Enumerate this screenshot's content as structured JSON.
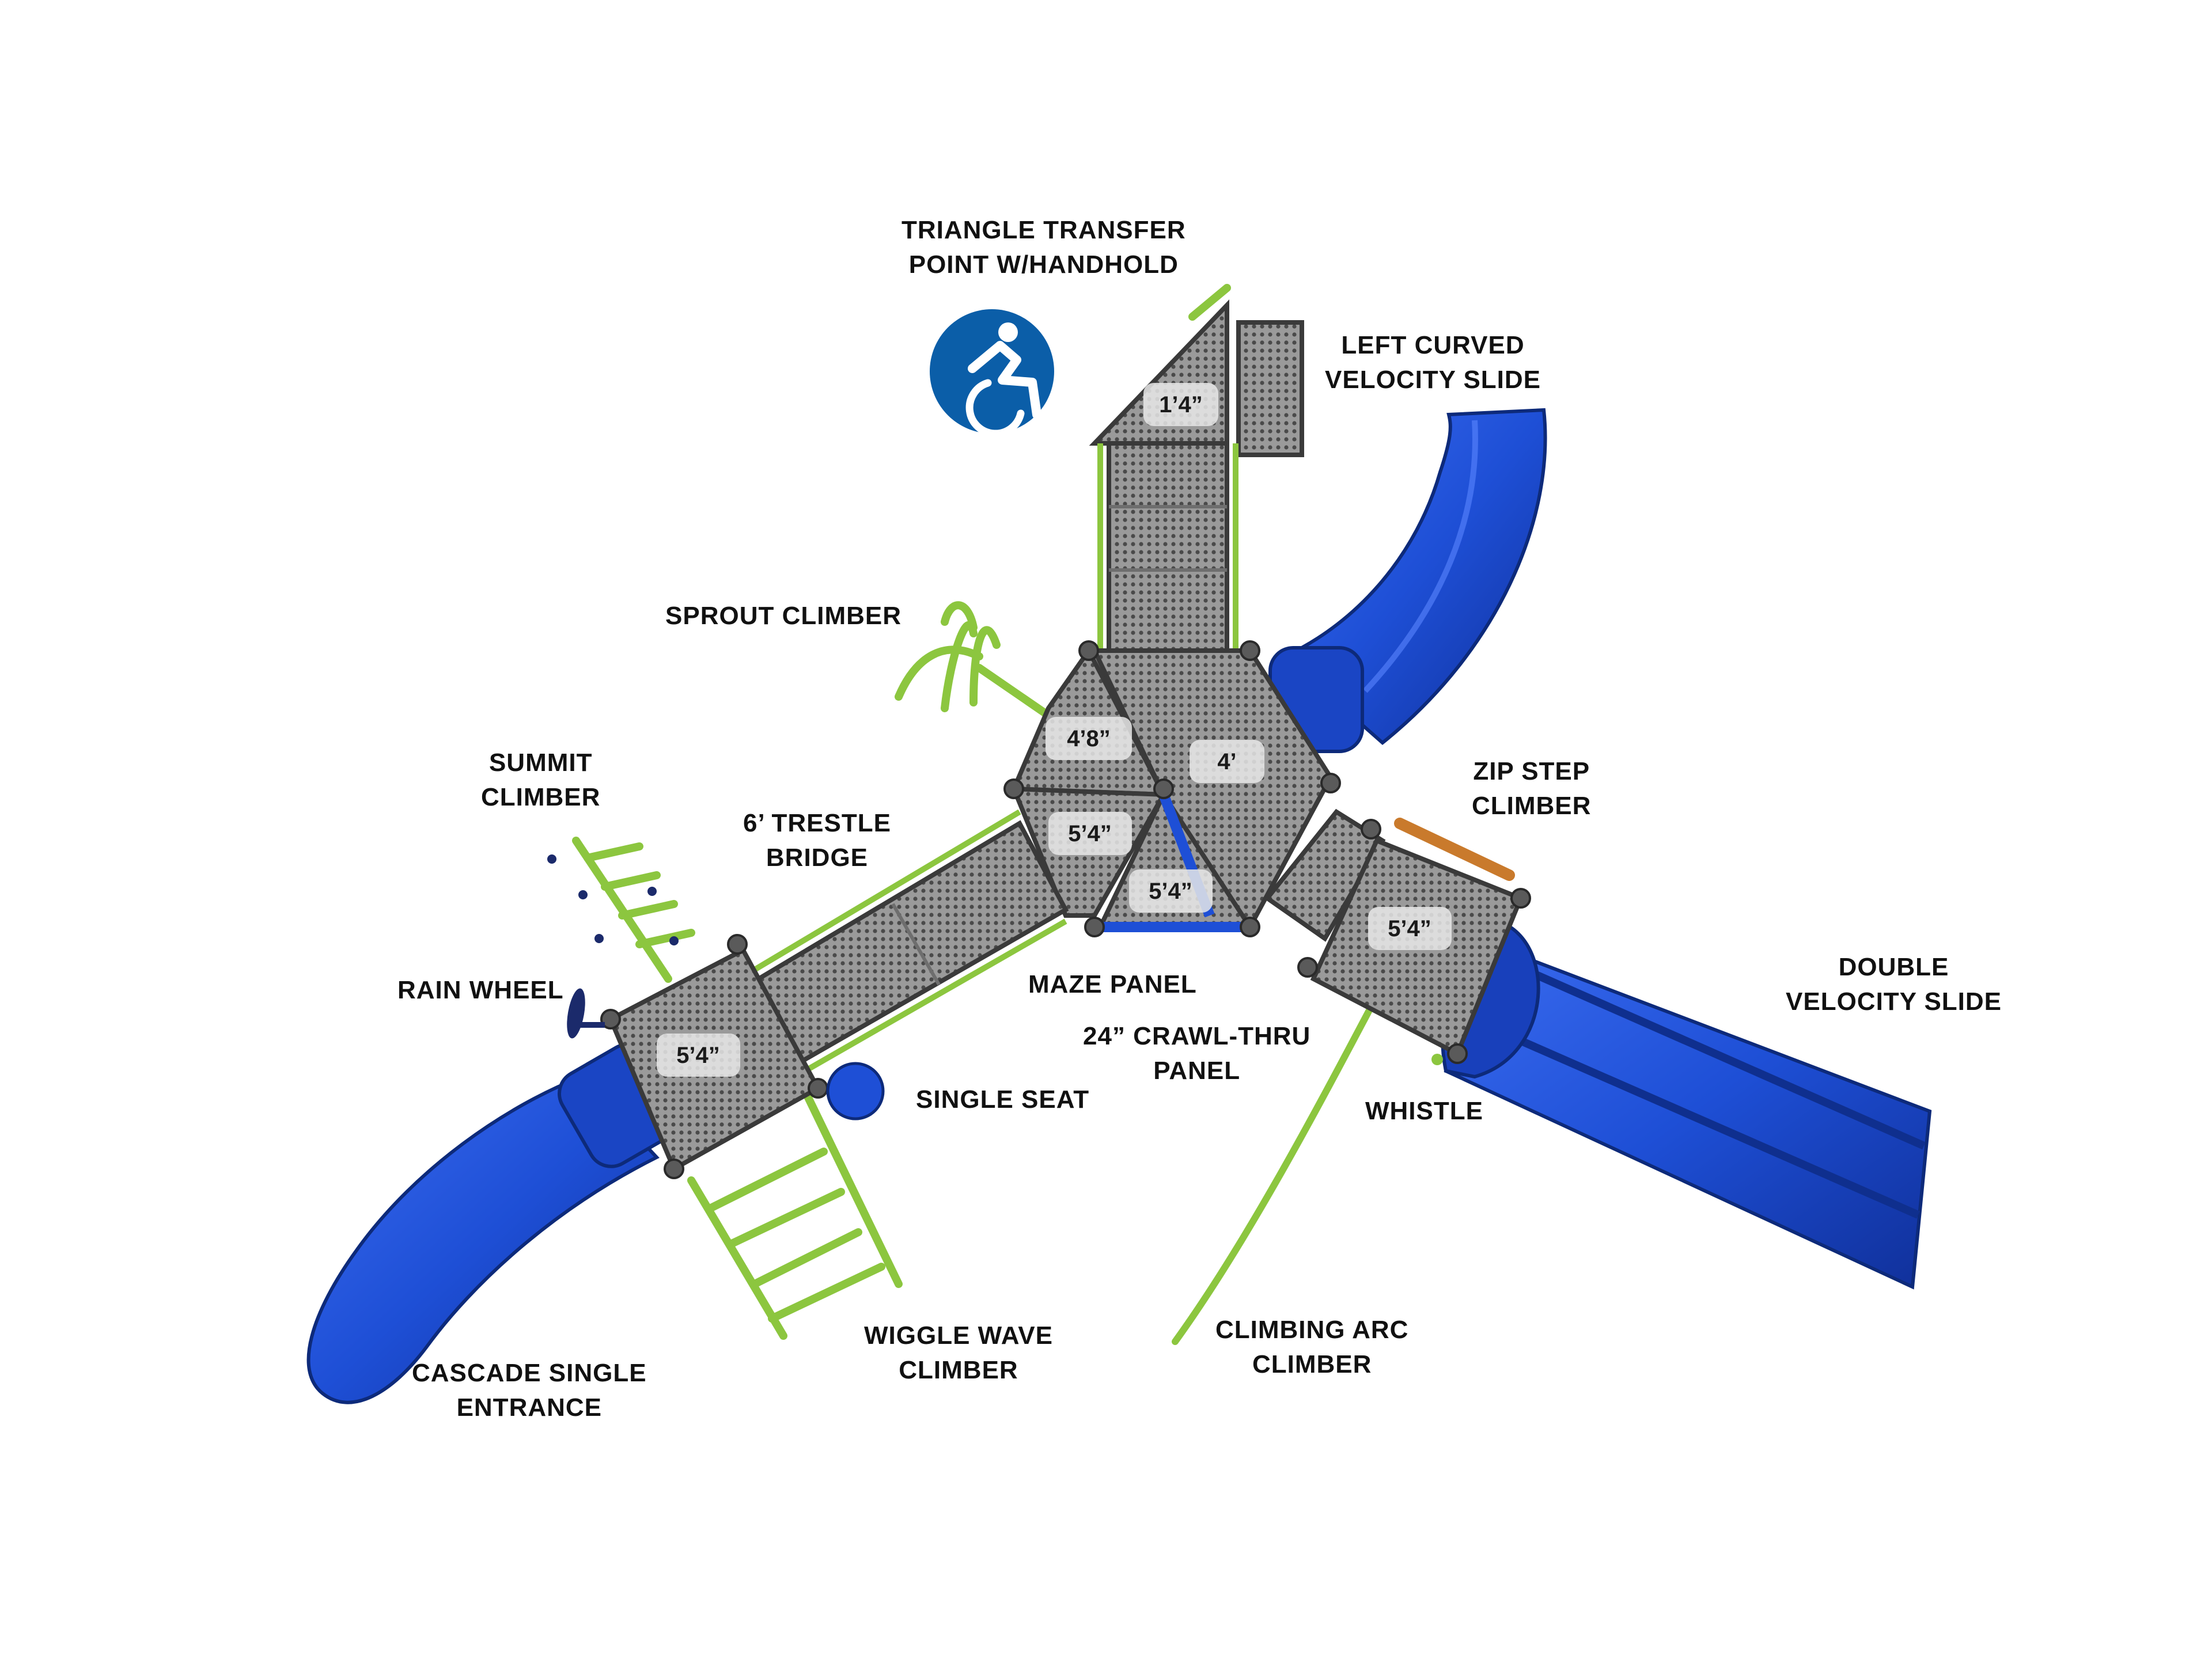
{
  "labels": {
    "triangle_transfer": [
      "TRIANGLE TRANSFER",
      "POINT W/HANDHOLD"
    ],
    "left_curved_slide": [
      "LEFT CURVED",
      "VELOCITY SLIDE"
    ],
    "sprout_climber": [
      "SPROUT CLIMBER"
    ],
    "summit_climber": [
      "SUMMIT",
      "CLIMBER"
    ],
    "trestle_bridge": [
      "6’ TRESTLE",
      "BRIDGE"
    ],
    "zip_step": [
      "ZIP STEP",
      "CLIMBER"
    ],
    "rain_wheel": [
      "RAIN WHEEL"
    ],
    "maze_panel": [
      "MAZE PANEL"
    ],
    "crawl_thru": [
      "24” CRAWL-THRU",
      "PANEL"
    ],
    "double_slide": [
      "DOUBLE",
      "VELOCITY SLIDE"
    ],
    "single_seat": [
      "SINGLE SEAT"
    ],
    "whistle": [
      "WHISTLE"
    ],
    "cascade_entrance": [
      "CASCADE SINGLE",
      "ENTRANCE"
    ],
    "wiggle_wave": [
      "WIGGLE WAVE",
      "CLIMBER"
    ],
    "climbing_arc": [
      "CLIMBING ARC",
      "CLIMBER"
    ]
  },
  "deck_heights": {
    "triangle_transfer": "1’4”",
    "hex_left_top": "4’8”",
    "hex_main": "4’",
    "hex_left_bottom": "5’4”",
    "hex_bottom": "5’4”",
    "right_deck": "5’4”",
    "left_deck": "5’4”"
  },
  "accessibility_icon": "wheelchair-accessible-icon",
  "colors": {
    "slide_blue": "#1e4fd6",
    "frame_green": "#8cc63f",
    "deck_gray": "#8e8e8e",
    "accessibility_blue": "#0b5ea8"
  }
}
